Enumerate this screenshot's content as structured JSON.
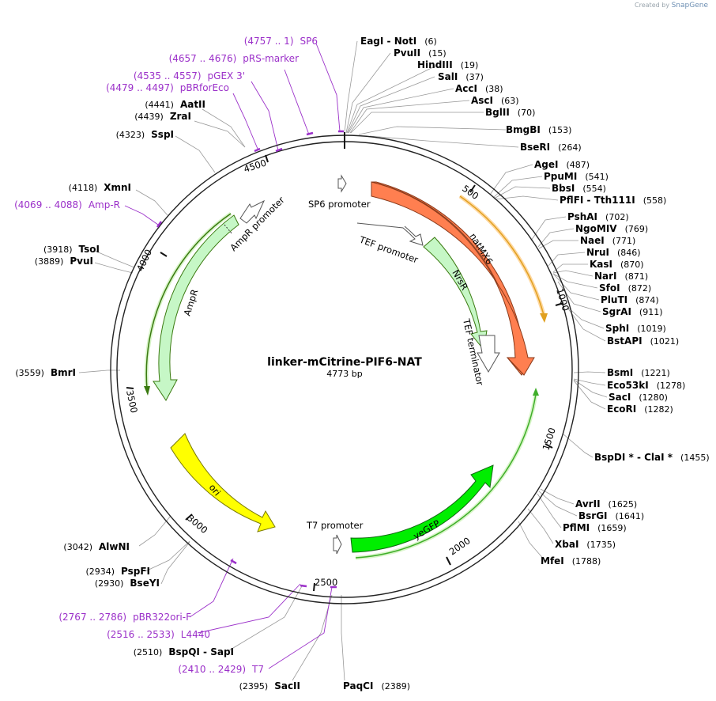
{
  "credit": {
    "prefix": "Created by",
    "brand": "SnapGene"
  },
  "plasmid": {
    "name": "linker-mCitrine-PIF6-NAT",
    "length_label": "4773 bp",
    "length": 4773
  },
  "ticks": [
    "500",
    "1000",
    "1500",
    "2000",
    "2500",
    "3000",
    "3500",
    "4000",
    "4500"
  ],
  "colors": {
    "backbone": "#222222",
    "primer": "#9b30c9",
    "natMX6": "#ff7f50",
    "NrsR": "#c6f7c6",
    "AmpR": "#c6f7c6",
    "ori": "#ffff00",
    "yeGFP": "#00ee00",
    "promoter": "#ffffff"
  },
  "features": [
    {
      "name": "SP6 promoter",
      "icon": "promoter-arrow"
    },
    {
      "name": "natMX6",
      "icon": "orange-arrow"
    },
    {
      "name": "TEF promoter",
      "icon": "promoter-arrow"
    },
    {
      "name": "NrsR",
      "icon": "green-arrow"
    },
    {
      "name": "TEF terminator",
      "icon": "terminator-arrow"
    },
    {
      "name": "AmpR promoter",
      "icon": "promoter-arrow"
    },
    {
      "name": "AmpR",
      "icon": "green-arrow"
    },
    {
      "name": "ori",
      "icon": "yellow-arrow"
    },
    {
      "name": "T7 promoter",
      "icon": "promoter-arrow"
    },
    {
      "name": "yeGFP",
      "icon": "green-arrow"
    }
  ],
  "enzymes_right": [
    {
      "name": "EagI",
      "name2": "NotI",
      "pos": "(6)"
    },
    {
      "name": "PvuII",
      "pos": "(15)"
    },
    {
      "name": "HindIII",
      "pos": "(19)"
    },
    {
      "name": "SalI",
      "pos": "(37)"
    },
    {
      "name": "AccI",
      "pos": "(38)"
    },
    {
      "name": "AscI",
      "pos": "(63)"
    },
    {
      "name": "BglII",
      "pos": "(70)"
    },
    {
      "name": "BmgBI",
      "pos": "(153)"
    },
    {
      "name": "BseRI",
      "pos": "(264)"
    },
    {
      "name": "AgeI",
      "pos": "(487)"
    },
    {
      "name": "PpuMI",
      "pos": "(541)"
    },
    {
      "name": "BbsI",
      "pos": "(554)"
    },
    {
      "name": "PflFI",
      "name2": "Tth111I",
      "pos": "(558)"
    },
    {
      "name": "PshAI",
      "pos": "(702)"
    },
    {
      "name": "NgoMIV",
      "pos": "(769)"
    },
    {
      "name": "NaeI",
      "pos": "(771)"
    },
    {
      "name": "NruI",
      "pos": "(846)"
    },
    {
      "name": "KasI",
      "pos": "(870)"
    },
    {
      "name": "NarI",
      "pos": "(871)"
    },
    {
      "name": "SfoI",
      "pos": "(872)"
    },
    {
      "name": "PluTI",
      "pos": "(874)"
    },
    {
      "name": "SgrAI",
      "pos": "(911)"
    },
    {
      "name": "SphI",
      "pos": "(1019)"
    },
    {
      "name": "BstAPI",
      "pos": "(1021)"
    },
    {
      "name": "BsmI",
      "pos": "(1221)"
    },
    {
      "name": "Eco53kI",
      "pos": "(1278)"
    },
    {
      "name": "SacI",
      "pos": "(1280)"
    },
    {
      "name": "EcoRI",
      "pos": "(1282)"
    },
    {
      "name": "BspDI *",
      "name2": "ClaI *",
      "pos": "(1455)"
    },
    {
      "name": "AvrII",
      "pos": "(1625)"
    },
    {
      "name": "BsrGI",
      "pos": "(1641)"
    },
    {
      "name": "PflMI",
      "pos": "(1659)"
    },
    {
      "name": "XbaI",
      "pos": "(1735)"
    },
    {
      "name": "MfeI",
      "pos": "(1788)"
    },
    {
      "name": "PaqCI",
      "pos": "(2389)"
    }
  ],
  "enzymes_left": [
    {
      "name": "AatII",
      "pos": "(4441)"
    },
    {
      "name": "ZraI",
      "pos": "(4439)"
    },
    {
      "name": "SspI",
      "pos": "(4323)"
    },
    {
      "name": "XmnI",
      "pos": "(4118)"
    },
    {
      "name": "TsoI",
      "pos": "(3918)"
    },
    {
      "name": "PvuI",
      "pos": "(3889)"
    },
    {
      "name": "BmrI",
      "pos": "(3559)"
    },
    {
      "name": "AlwNI",
      "pos": "(3042)"
    },
    {
      "name": "PspFI",
      "pos": "(2934)"
    },
    {
      "name": "BseYI",
      "pos": "(2930)"
    },
    {
      "name": "BspQI",
      "name2": "SapI",
      "pos": "(2510)"
    },
    {
      "name": "SacII",
      "pos": "(2395)"
    }
  ],
  "primers": [
    {
      "range": "(4757 .. 1)",
      "name": "SP6"
    },
    {
      "range": "(4657 .. 4676)",
      "name": "pRS-marker"
    },
    {
      "range": "(4535 .. 4557)",
      "name": "pGEX 3'"
    },
    {
      "range": "(4479 .. 4497)",
      "name": "pBRforEco"
    },
    {
      "range": "(4069 .. 4088)",
      "name": "Amp-R"
    },
    {
      "range": "(2767 .. 2786)",
      "name": "pBR322ori-F"
    },
    {
      "range": "(2516 .. 2533)",
      "name": "L4440"
    },
    {
      "range": "(2410 .. 2429)",
      "name": "T7"
    }
  ]
}
